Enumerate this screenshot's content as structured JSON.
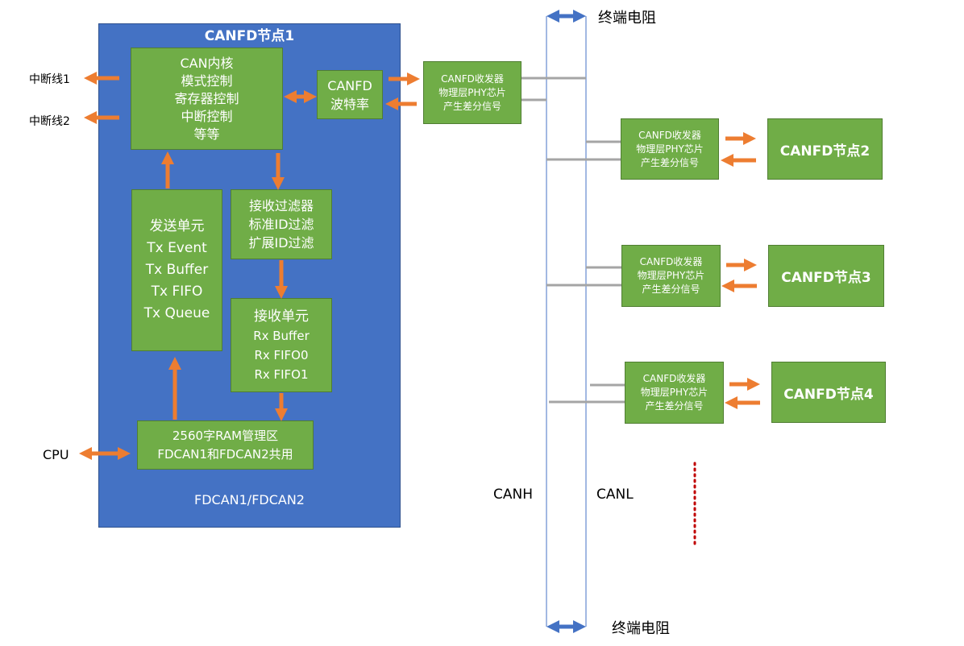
{
  "colors": {
    "node_bg": "#4472C4",
    "box_green": "#70AD47",
    "arrow_orange": "#ED7D31",
    "bus_line": "#4472C4",
    "stub_gray": "#A5A5A5",
    "dots_red": "#C00000"
  },
  "node1": {
    "title": "CANFD节点1",
    "footer": "FDCAN1/FDCAN2",
    "can_core": [
      "CAN内核",
      "模式控制",
      "寄存器控制",
      "中断控制",
      "等等"
    ],
    "baud": [
      "CANFD",
      "波特率"
    ],
    "rx_filter": [
      "接收过滤器",
      "标准ID过滤",
      "扩展ID过滤"
    ],
    "tx_unit": [
      "发送单元",
      "Tx Event",
      "Tx Buffer",
      "Tx FIFO",
      "Tx Queue"
    ],
    "rx_unit": [
      "接收单元",
      "Rx Buffer",
      "Rx FIFO0",
      "Rx FIFO1"
    ],
    "ram": [
      "2560字RAM管理区",
      "FDCAN1和FDCAN2共用"
    ]
  },
  "external": {
    "int_line1": "中断线1",
    "int_line2": "中断线2",
    "cpu": "CPU"
  },
  "transceiver": [
    "CANFD收发器",
    "物理层PHY芯片",
    "产生差分信号"
  ],
  "bus": {
    "terminator_top": "终端电阻",
    "terminator_bottom": "终端电阻",
    "canh": "CANH",
    "canl": "CANL"
  },
  "nodes": [
    "CANFD节点2",
    "CANFD节点3",
    "CANFD节点4"
  ]
}
